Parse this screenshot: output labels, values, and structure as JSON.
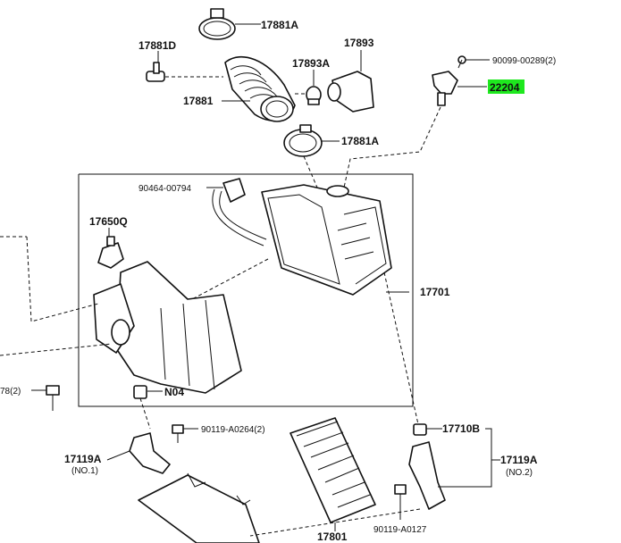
{
  "parts": {
    "p17881A_top": "17881A",
    "p17881D": "17881D",
    "p17893": "17893",
    "p17893A": "17893A",
    "p17881": "17881",
    "p90099": "90099-00289(2)",
    "p22204": "22204",
    "p17881A_mid": "17881A",
    "p90464": "90464-00794",
    "p17650Q": "17650Q",
    "p17701": "17701",
    "p78": "78(2)",
    "pN04": "N04",
    "p90119_264": "90119-A0264(2)",
    "p17710B": "17710B",
    "p17119A_left": "17119A",
    "p17119A_left_no": "(NO.1)",
    "p17119A_right": "17119A",
    "p17119A_right_no": "(NO.2)",
    "p90119_127": "90119-A0127",
    "p17801": "17801"
  },
  "colors": {
    "highlight": "#1ee81e",
    "line": "#111111"
  }
}
